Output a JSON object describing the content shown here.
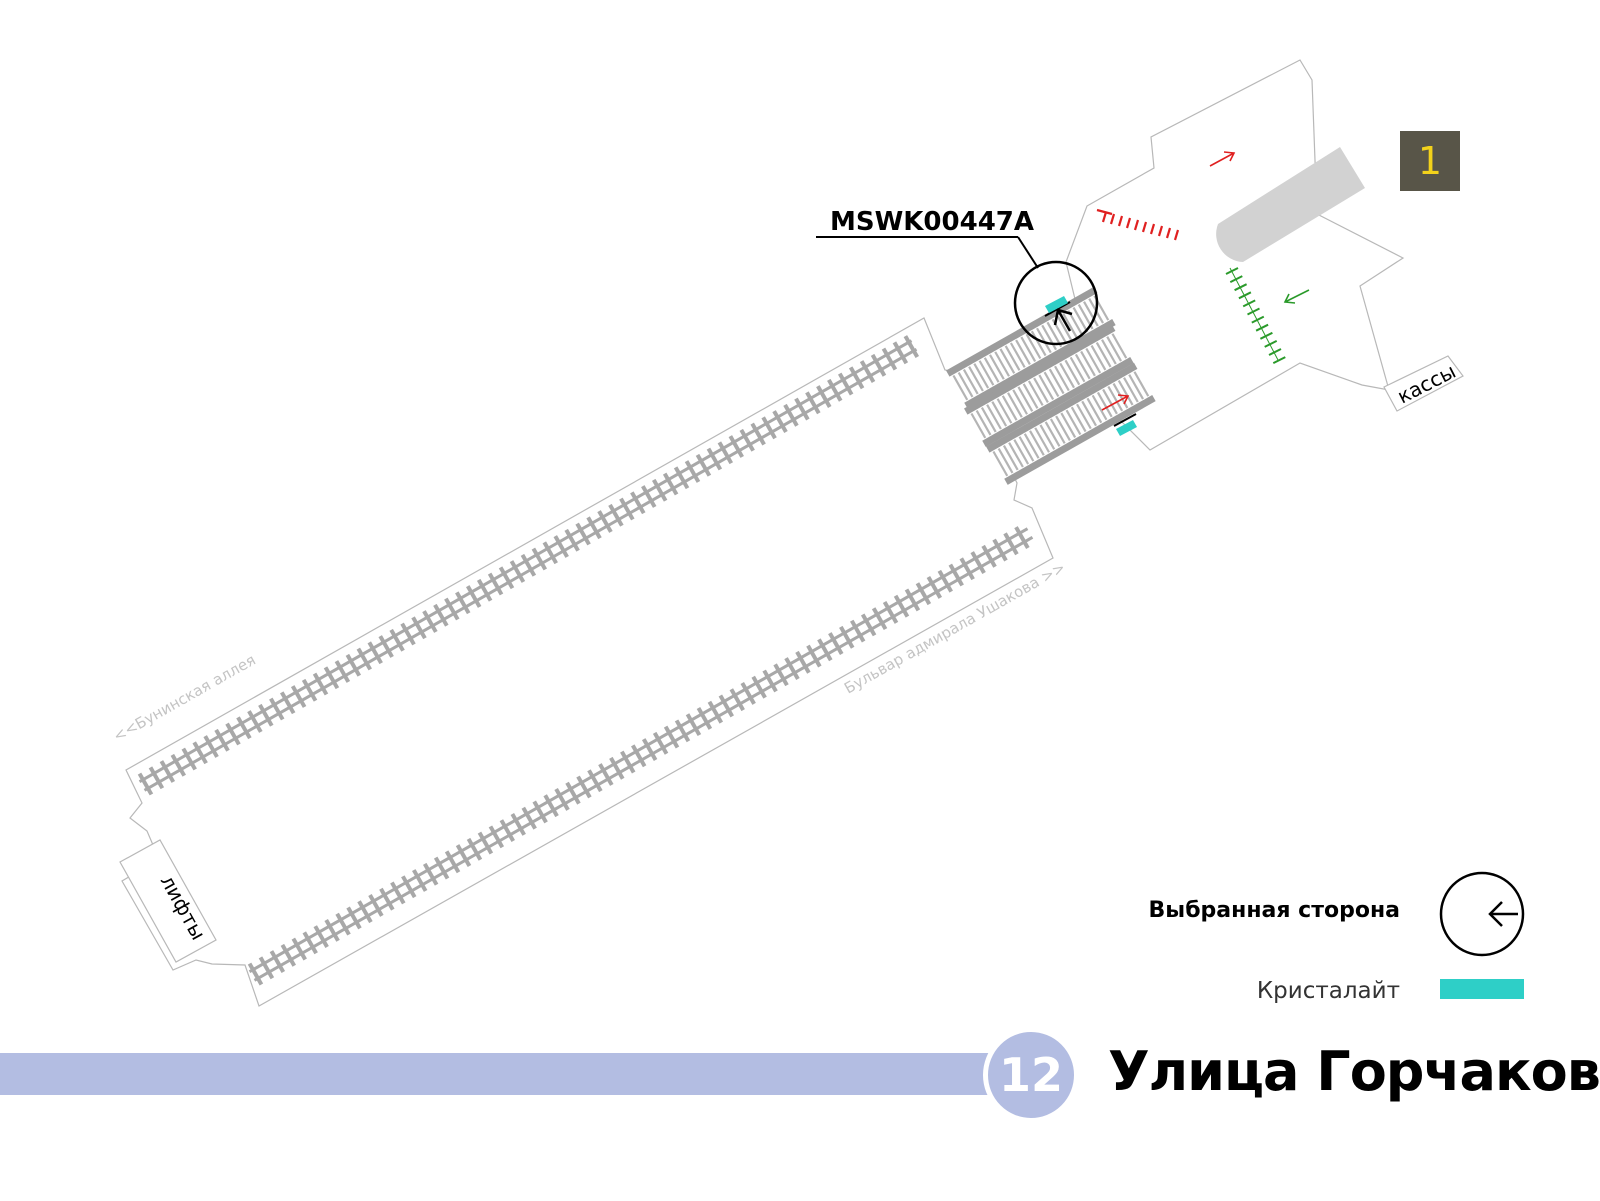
{
  "station": {
    "line_number": "12",
    "name": "Улица Горчакова",
    "line_color": "#b3bde2"
  },
  "exit": {
    "number": "1",
    "box_color": "#585548",
    "text_color": "#f3d21b"
  },
  "sign_code": "MSWK00447A",
  "labels": {
    "kassy": "кассы",
    "lifty": "лифты",
    "dir_left": "<<Бунинская аллея",
    "dir_right": "Бульвар адмирала Ушакова >>"
  },
  "legend": {
    "selected_side": "Выбранная сторона",
    "crystalite": "Кристалайт",
    "crystalite_color": "#2ecfc7"
  },
  "colors": {
    "track": "#a8a8a8",
    "outline": "#b8b8b8",
    "entry_arrow": "#e02020",
    "exit_arrow": "#2a9a2a",
    "island": "#d2d2d2"
  },
  "icons": {
    "direction": "arrow-left-icon"
  }
}
